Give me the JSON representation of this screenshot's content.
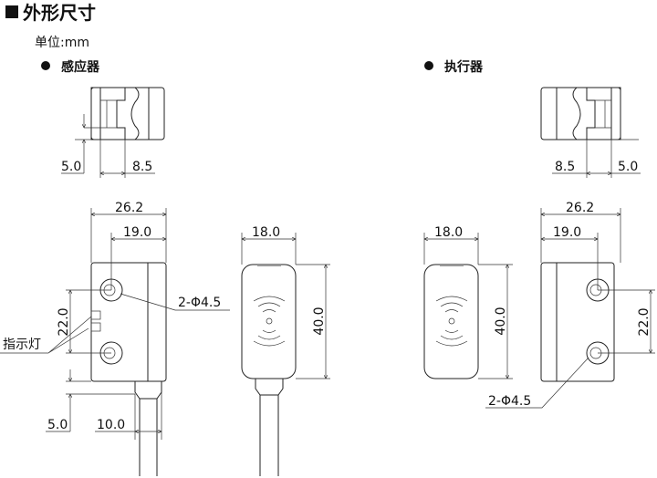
{
  "title": "外形尺寸",
  "unit": "单位:mm",
  "sensor": {
    "label": "感应器",
    "top_dims": [
      "5.0",
      "8.5"
    ],
    "width": "26.2",
    "hole_offset": "19.0",
    "hole_spacing": "22.0",
    "holes": "2-Φ4.5",
    "indicator": "指示灯",
    "cable_offset": "5.0",
    "cable_dia": "10.0",
    "front_width": "18.0",
    "height": "40.0"
  },
  "actuator": {
    "label": "执行器",
    "top_dims": [
      "8.5",
      "5.0"
    ],
    "width": "26.2",
    "hole_offset": "19.0",
    "hole_spacing": "22.0",
    "holes": "2-Φ4.5",
    "front_width": "18.0",
    "height": "40.0"
  }
}
